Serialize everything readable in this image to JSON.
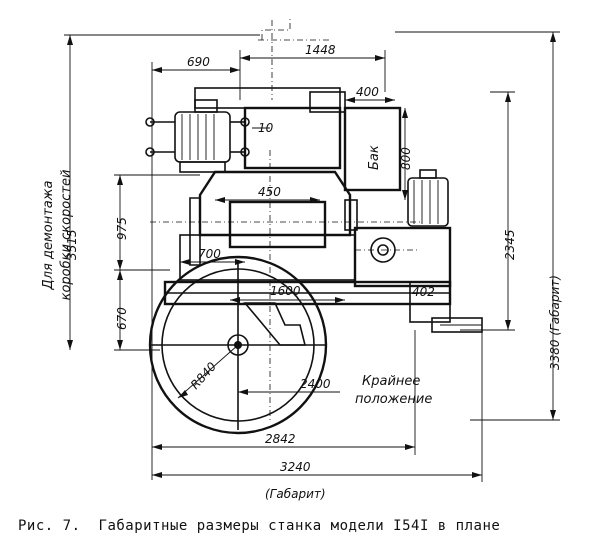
{
  "caption": {
    "figure_label": "Рис. 7.",
    "text": "Габаритные размеры станка модели I54I в плане"
  },
  "dimensions": {
    "d1448": "1448",
    "d690": "690",
    "d400": "400",
    "d10": "10",
    "d800": "800",
    "d450": "450",
    "d975": "975",
    "d3515": "3515",
    "d2345": "2345",
    "d3380": "3380 (Габарит)",
    "d700": "700",
    "d1600": "1600",
    "d402": "402",
    "d670": "670",
    "d840": "R840",
    "d2400": "2400",
    "d2842": "2842",
    "d3240": "3240",
    "d3240_note": "(Габарит)"
  },
  "labels": {
    "tank": "Бак",
    "extreme_1": "Крайнее",
    "extreme_2": "положение",
    "side_note_1": "Для демонтажа",
    "side_note_2": "коробки скоростей"
  }
}
